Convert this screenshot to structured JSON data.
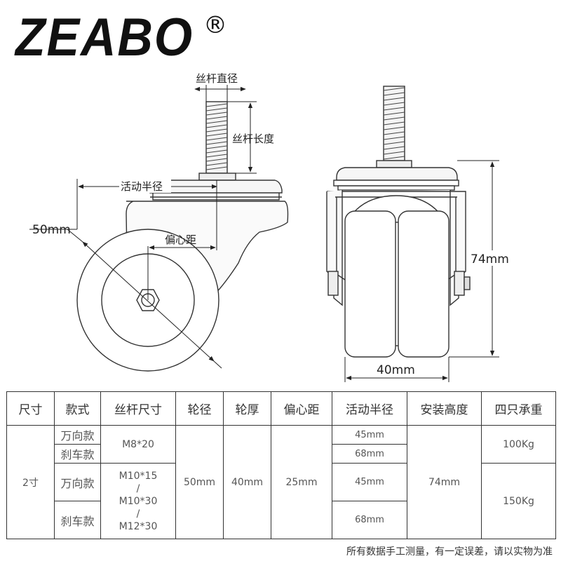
{
  "brand": {
    "name": "ZEABO",
    "mark": "®"
  },
  "diagram": {
    "thread_diameter": "丝杆直径",
    "thread_length": "丝杆长度",
    "swivel_radius": "活动半径",
    "wheel_diameter": "50mm",
    "offset": "偏心距",
    "height": "74mm",
    "width": "40mm"
  },
  "table": {
    "headers": [
      "尺寸",
      "款式",
      "丝杆尺寸",
      "轮径",
      "轮厚",
      "偏心距",
      "活动半径",
      "安装高度",
      "四只承重"
    ],
    "size": "2寸",
    "style_swivel": "万向款",
    "style_brake": "刹车款",
    "thread_a": "M8*20",
    "thread_b_lines": [
      "M10*15",
      "/",
      "M10*30",
      "/",
      "M12*30"
    ],
    "wheel_dia": "50mm",
    "thickness": "40mm",
    "offset": "25mm",
    "radius": [
      "45mm",
      "68mm",
      "45mm",
      "68mm"
    ],
    "install_height": "74mm",
    "load_a": "100Kg",
    "load_b": "150Kg"
  },
  "note": "所有数据手工测量，有一定误差，请以实物为准"
}
